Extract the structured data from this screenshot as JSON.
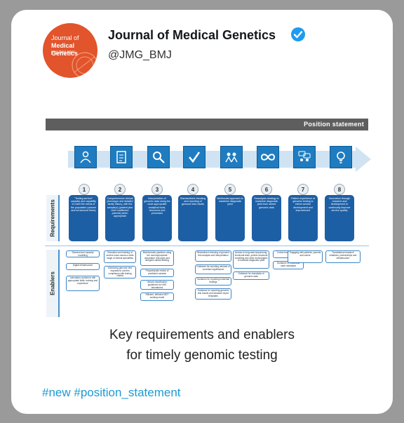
{
  "tweet": {
    "account_name": "Journal of Medical Genetics",
    "handle": "@JMG_BMJ",
    "avatar": {
      "line1": "Journal of",
      "line2": "Medical Genetics",
      "line3": "jmg.bmj.com"
    },
    "hashtags": [
      "#new",
      "#position_statement"
    ],
    "caption_line1": "Key requirements and enablers",
    "caption_line2": "for timely genomic testing"
  },
  "figure": {
    "header": "Position statement",
    "row_labels": [
      "Requirements",
      "Enablers"
    ],
    "steps": [
      {
        "num": "1",
        "icon": "person-icon",
        "req": "\"Testing service\" capacity and capability to meet the needs of the population (volume and turnaround times)"
      },
      {
        "num": "2",
        "icon": "form-icon",
        "req": "Comprehensive clinical phenotype and detailed family history, with the sample(s) (patient plus both unaffected parents) when appropriate"
      },
      {
        "num": "3",
        "icon": "magnifier-icon",
        "req": "Interpretation of genomic data using the most appropriate analytical tools, resources and processes"
      },
      {
        "num": "4",
        "icon": "checkmark-icon",
        "req": "Standardised checking and reporting of genomic test results"
      },
      {
        "num": "5",
        "icon": "team-icon",
        "req": "Multimodal approach to maximise diagnostic yield"
      },
      {
        "num": "6",
        "icon": "infinity-icon",
        "req": "Reanalysis strategy to maximise diagnostic yield from stored genomic data"
      },
      {
        "num": "7",
        "icon": "people-icon",
        "req": "Patient experience of genomic testing to inform service development and improvement"
      },
      {
        "num": "8",
        "icon": "lightbulb-icon",
        "req": "Innovation through research and development to continually improve service quality"
      }
    ],
    "enablers": {
      "col1": [
        "Demand and capacity modelling",
        "Digital infrastructure",
        "Laboratory workforce with appropriate skills, training and experience"
      ],
      "col2": [
        "Education and training of service users across a wide range of clinical specialties",
        "Monitoring genomic test requests to confirm compliance with testing criteria"
      ],
      "col3": [
        "Bioinformatic pipelines using the most appropriate annotation resources and stringent variant filtering",
        "Proportionate review of prioritised variants",
        "Variant classification guidelines for NHS laboratories",
        "Efficient, effective MDT working model"
      ],
      "col5": [
        "Streamlined checking of genomic test analysis and interpretation",
        "Guidance for reporting variants of uncertain significance",
        "Guidance for reporting incidental findings",
        "Guidance for reporting genomic test results and standard report templates"
      ],
      "col6": [
        "Access to long-read sequencing, functional tests, protein structural modelling and other technologies to increase diagnostic yield",
        "Guidance for reanalysis of genomic data"
      ],
      "col7": [
        "Cohort-level reanalysis",
        "Guidance for individual case reanalysis",
        "Engaging with patients, parents and carers"
      ],
      "col8": [
        "Translational research initiatives, partnerships and infrastructure"
      ]
    }
  },
  "colors": {
    "page_bg": "#9a9a9a",
    "card_bg": "#ffffff",
    "avatar": "#e2542b",
    "verified": "#1d9bf0",
    "icon_box": "#1f7cc0",
    "requirement_box": "#1d5fa5",
    "hashtag": "#1d9bd1"
  }
}
